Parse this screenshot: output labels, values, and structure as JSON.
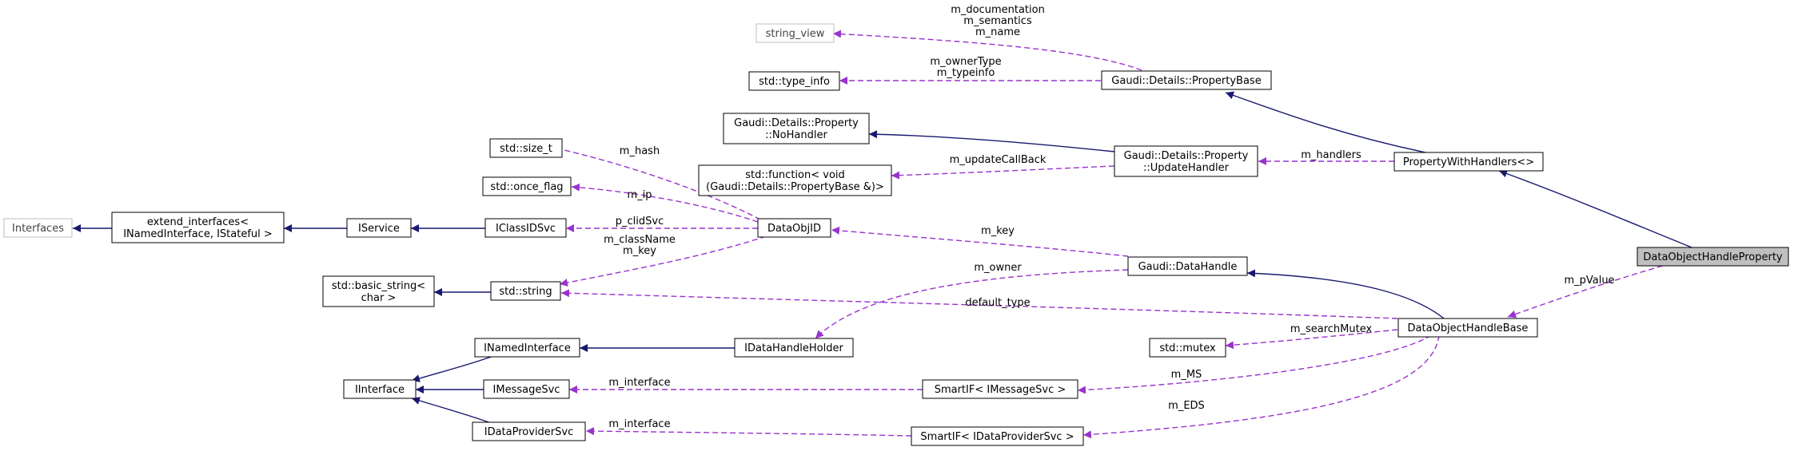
{
  "nodes": {
    "string_view": {
      "lines": [
        "string_view"
      ]
    },
    "type_info": {
      "lines": [
        "std::type_info"
      ]
    },
    "property_base": {
      "lines": [
        "Gaudi::Details::PropertyBase"
      ]
    },
    "no_handler": {
      "lines": [
        "Gaudi::Details::Property",
        "::NoHandler"
      ]
    },
    "size_t": {
      "lines": [
        "std::size_t"
      ]
    },
    "function": {
      "lines": [
        "std::function< void",
        "(Gaudi::Details::PropertyBase &)>"
      ]
    },
    "update_handler": {
      "lines": [
        "Gaudi::Details::Property",
        "::UpdateHandler"
      ]
    },
    "property_with_handlers": {
      "lines": [
        "PropertyWithHandlers<>"
      ]
    },
    "once_flag": {
      "lines": [
        "std::once_flag"
      ]
    },
    "interfaces": {
      "lines": [
        "Interfaces"
      ]
    },
    "extend_interfaces": {
      "lines": [
        "extend_interfaces<",
        "INamedInterface, IStateful >"
      ]
    },
    "iservice": {
      "lines": [
        "IService"
      ]
    },
    "iclassidsvc": {
      "lines": [
        "IClassIDSvc"
      ]
    },
    "dataobjid": {
      "lines": [
        "DataObjID"
      ]
    },
    "data_object_handle_property": {
      "lines": [
        "DataObjectHandleProperty"
      ]
    },
    "data_handle": {
      "lines": [
        "Gaudi::DataHandle"
      ]
    },
    "basic_string": {
      "lines": [
        "std::basic_string<",
        "char >"
      ]
    },
    "std_string": {
      "lines": [
        "std::string"
      ]
    },
    "data_object_handle_base": {
      "lines": [
        "DataObjectHandleBase"
      ]
    },
    "inamedinterface": {
      "lines": [
        "INamedInterface"
      ]
    },
    "idatahandleholder": {
      "lines": [
        "IDataHandleHolder"
      ]
    },
    "mutex": {
      "lines": [
        "std::mutex"
      ]
    },
    "iinterface": {
      "lines": [
        "IInterface"
      ]
    },
    "imessagesvc": {
      "lines": [
        "IMessageSvc"
      ]
    },
    "smartif_msg": {
      "lines": [
        "SmartIF< IMessageSvc >"
      ]
    },
    "idataprovidersvc": {
      "lines": [
        "IDataProviderSvc"
      ]
    },
    "smartif_dp": {
      "lines": [
        "SmartIF< IDataProviderSvc >"
      ]
    }
  },
  "edge_labels": {
    "string_view": [
      "m_documentation",
      "m_semantics",
      "m_name"
    ],
    "type_info": [
      "m_ownerType",
      "m_typeinfo"
    ],
    "size_t": [
      "m_hash"
    ],
    "function": [
      "m_updateCallBack"
    ],
    "handlers": [
      "m_handlers"
    ],
    "once_flag": [
      "m_ip"
    ],
    "iclassidsvc": [
      "p_clidSvc"
    ],
    "key": [
      "m_key"
    ],
    "std_string_dataobjid": [
      "m_className",
      "m_key"
    ],
    "owner": [
      "m_owner"
    ],
    "pvalue": [
      "m_pValue"
    ],
    "default_type": [
      "default_type"
    ],
    "search_mutex": [
      "m_searchMutex"
    ],
    "ms": [
      "m_MS"
    ],
    "msg_interface": [
      "m_interface"
    ],
    "eds": [
      "m_EDS"
    ],
    "dp_interface": [
      "m_interface"
    ]
  },
  "colors": {
    "inheritance": "#191970",
    "member": "#9a32cd",
    "focus_fill": "#bfbfbf",
    "external_border": "#bfbfbf"
  }
}
